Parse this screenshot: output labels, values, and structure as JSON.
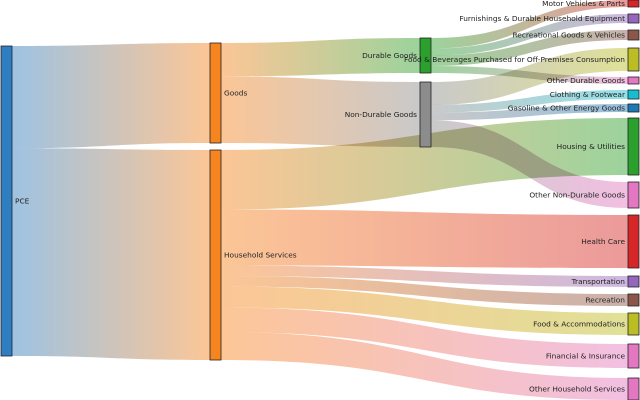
{
  "diagram": {
    "type": "sankey",
    "nodes": [
      {
        "id": "pce",
        "label": "PCE",
        "color": "#2f7ec2",
        "column": 0
      },
      {
        "id": "goods",
        "label": "Goods",
        "color": "#f7851f",
        "column": 1
      },
      {
        "id": "services",
        "label": "Household Services",
        "color": "#f7851f",
        "column": 1
      },
      {
        "id": "durable",
        "label": "Durable Goods",
        "color": "#2ca02c",
        "column": 2
      },
      {
        "id": "nondurable",
        "label": "Non-Durable Goods",
        "color": "#8c8c8c",
        "column": 2
      },
      {
        "id": "motor",
        "label": "Motor Vehicles & Parts",
        "color": "#d62728",
        "column": 3
      },
      {
        "id": "furnishings",
        "label": "Furnishings & Durable Household Equipment",
        "color": "#9467bd",
        "column": 3
      },
      {
        "id": "recgoods",
        "label": "Recreational Goods & Vehicles",
        "color": "#8c564b",
        "column": 3
      },
      {
        "id": "foodbev",
        "label": "Food & Beverages Purchased for Off-Premises Consumption",
        "color": "#bcbd22",
        "column": 3
      },
      {
        "id": "otherdurable",
        "label": "Other Durable Goods",
        "color": "#e377c2",
        "column": 3
      },
      {
        "id": "clothing",
        "label": "Clothing & Footwear",
        "color": "#17becf",
        "column": 3
      },
      {
        "id": "gasoline",
        "label": "Gasoline & Other Energy Goods",
        "color": "#1f77b4",
        "column": 3
      },
      {
        "id": "housing",
        "label": "Housing & Utilities",
        "color": "#2ca02c",
        "column": 3
      },
      {
        "id": "othernondurable",
        "label": "Other Non-Durable Goods",
        "color": "#e377c2",
        "column": 3
      },
      {
        "id": "health",
        "label": "Health Care",
        "color": "#d62728",
        "column": 3
      },
      {
        "id": "transport",
        "label": "Transportation",
        "color": "#9467bd",
        "column": 3
      },
      {
        "id": "recreation",
        "label": "Recreation",
        "color": "#8c564b",
        "column": 3
      },
      {
        "id": "foodacc",
        "label": "Food & Accommodations",
        "color": "#bcbd22",
        "column": 3
      },
      {
        "id": "financial",
        "label": "Financial & Insurance",
        "color": "#e377c2",
        "column": 3
      },
      {
        "id": "otherhh",
        "label": "Other Household Services",
        "color": "#e377c2",
        "column": 3
      }
    ],
    "links": [
      {
        "source": "pce",
        "target": "goods",
        "value": 33
      },
      {
        "source": "pce",
        "target": "services",
        "value": 67
      },
      {
        "source": "goods",
        "target": "durable",
        "value": 10
      },
      {
        "source": "goods",
        "target": "nondurable",
        "value": 20
      },
      {
        "source": "services",
        "target": "housing",
        "value": 17
      },
      {
        "source": "services",
        "target": "health",
        "value": 16
      },
      {
        "source": "services",
        "target": "transport",
        "value": 3
      },
      {
        "source": "services",
        "target": "recreation",
        "value": 3
      },
      {
        "source": "services",
        "target": "foodacc",
        "value": 6
      },
      {
        "source": "services",
        "target": "financial",
        "value": 7
      },
      {
        "source": "services",
        "target": "otherhh",
        "value": 8
      },
      {
        "source": "durable",
        "target": "motor",
        "value": 3
      },
      {
        "source": "durable",
        "target": "furnishings",
        "value": 2
      },
      {
        "source": "durable",
        "target": "recgoods",
        "value": 3
      },
      {
        "source": "durable",
        "target": "otherdurable",
        "value": 2
      },
      {
        "source": "nondurable",
        "target": "foodbev",
        "value": 6
      },
      {
        "source": "nondurable",
        "target": "clothing",
        "value": 2
      },
      {
        "source": "nondurable",
        "target": "gasoline",
        "value": 2
      },
      {
        "source": "nondurable",
        "target": "othernondurable",
        "value": 7
      }
    ]
  }
}
